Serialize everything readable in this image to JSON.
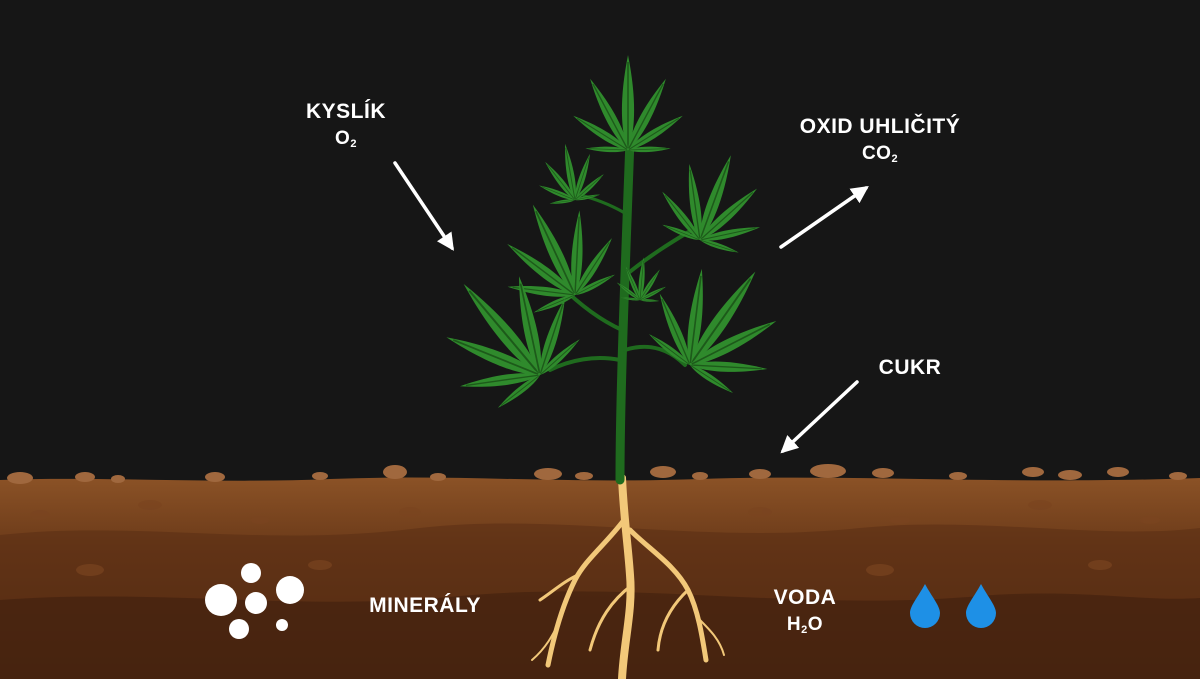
{
  "diagram": {
    "oxygen": {
      "title": "KYSLÍK",
      "formula_base": "O",
      "formula_sub": "2"
    },
    "carbon_dioxide": {
      "title": "OXID UHLIČITÝ",
      "formula_base": "CO",
      "formula_sub": "2"
    },
    "sugar": {
      "title": "CUKR"
    },
    "minerals": {
      "title": "MINERÁLY"
    },
    "water": {
      "title": "VODA",
      "formula_base": "H",
      "formula_sub": "2",
      "formula_end": "O"
    }
  },
  "colors": {
    "background": "#161616",
    "soil_light": "#8a5124",
    "soil_dark": "#4a2511",
    "pebble": "#a0683e",
    "leaf": "#2f8a2c",
    "leaf_vein": "#1d5a1a",
    "stem": "#1f6b1e",
    "root": "#f2c879",
    "arrow": "#ffffff",
    "water_drop": "#1e90e6",
    "mineral_dot": "#ffffff"
  },
  "icons": [
    "mineral-dots-icon",
    "water-drop-icon"
  ]
}
